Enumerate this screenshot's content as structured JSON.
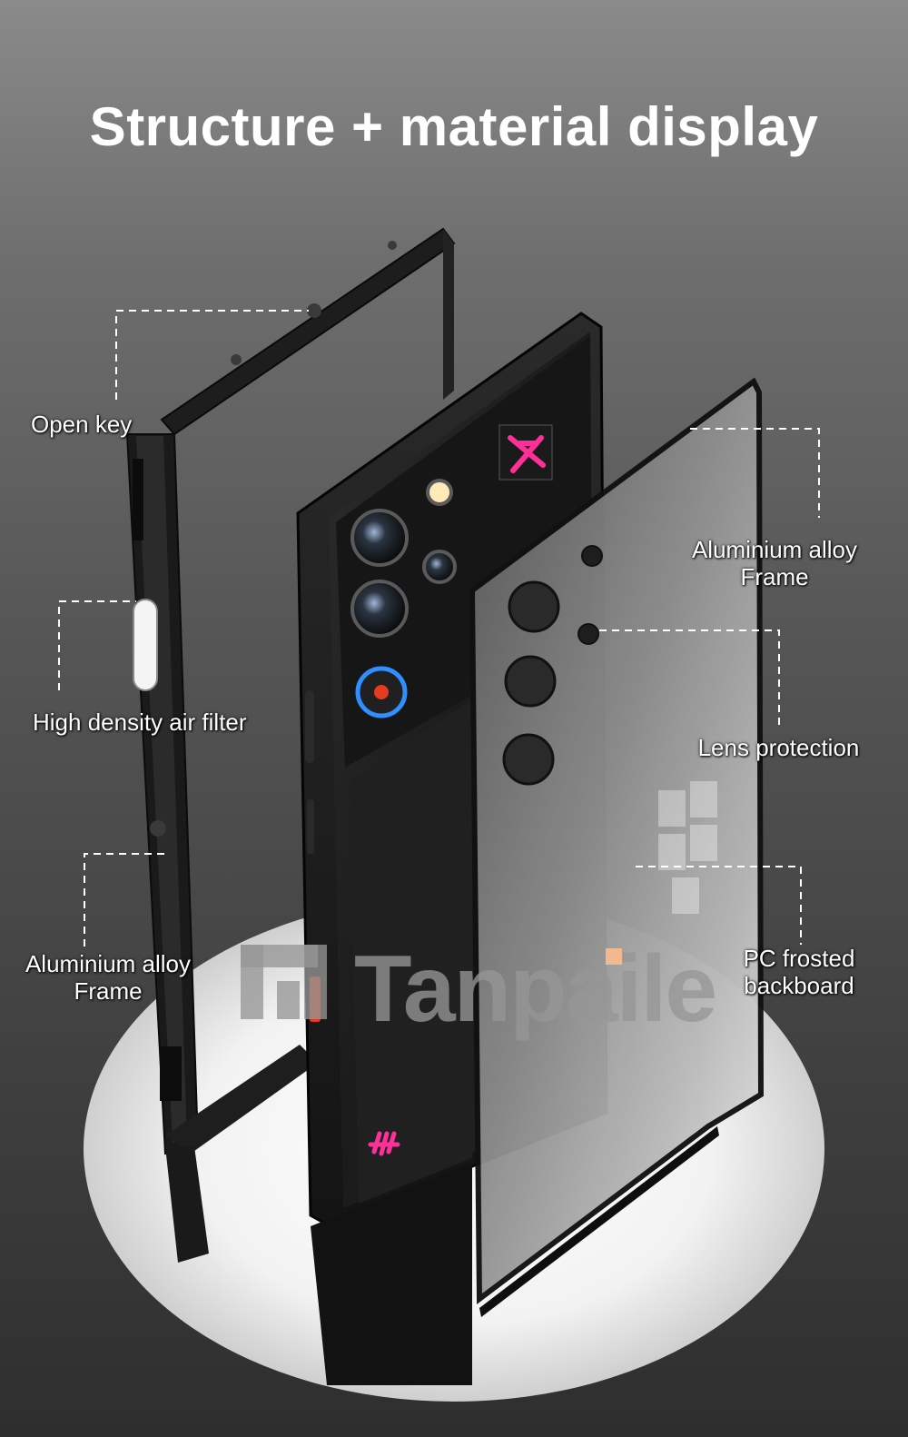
{
  "title": "Structure + material display",
  "labels": {
    "open_key": "Open key",
    "air_filter": "High density air filter",
    "alloy_left_line1": "Aluminium alloy",
    "alloy_left_line2": "Frame",
    "alloy_right_line1": "Aluminium alloy",
    "alloy_right_line2": "Frame",
    "lens": "Lens protection",
    "pc_line1": "PC frosted",
    "pc_line2": "backboard"
  },
  "watermark": "Tanpaile",
  "colors": {
    "accent_pink": "#ff2f9a",
    "accent_blue": "#2f8fff",
    "accent_red": "#e53b1f",
    "watermark_orange": "#f2b98e"
  }
}
